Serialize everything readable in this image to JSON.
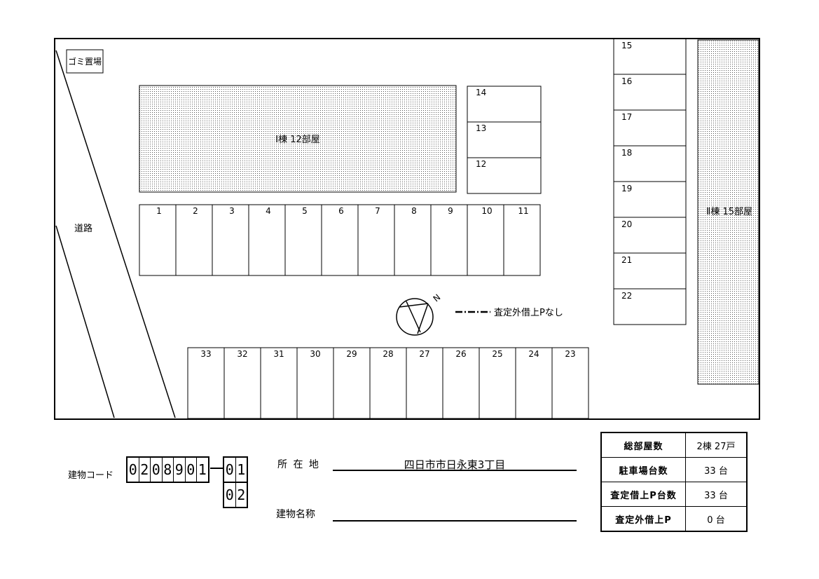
{
  "site": {
    "garbage_label": "ゴミ置場",
    "building1_label": "Ⅰ棟  12部屋",
    "building2_label": "Ⅱ棟  15部屋",
    "road_label": "道路",
    "legend_text": "査定外借上Pなし",
    "north_label": "N",
    "spaces": {
      "row_top": [
        "1",
        "2",
        "3",
        "4",
        "5",
        "6",
        "7",
        "8",
        "9",
        "10",
        "11"
      ],
      "column_mid": [
        "14",
        "13",
        "12"
      ],
      "column_right": [
        "15",
        "16",
        "17",
        "18",
        "19",
        "20",
        "21",
        "22"
      ],
      "row_bottom": [
        "33",
        "32",
        "31",
        "30",
        "29",
        "28",
        "27",
        "26",
        "25",
        "24",
        "23"
      ]
    }
  },
  "building_code": {
    "label": "建物コード",
    "digits": [
      "0",
      "2",
      "0",
      "8",
      "9",
      "0",
      "1"
    ],
    "suffixes": [
      [
        "0",
        "1"
      ],
      [
        "0",
        "2"
      ]
    ]
  },
  "location": {
    "label": "所 在 地",
    "value": "四日市市日永東3丁目"
  },
  "building_name": {
    "label": "建物名称",
    "value": ""
  },
  "summary": [
    {
      "key": "総部屋数",
      "value": "2棟  27戸"
    },
    {
      "key": "駐車場台数",
      "value": "33  台"
    },
    {
      "key": "査定借上P台数",
      "value": "33  台"
    },
    {
      "key": "査定外借上P",
      "value": "0  台"
    }
  ]
}
